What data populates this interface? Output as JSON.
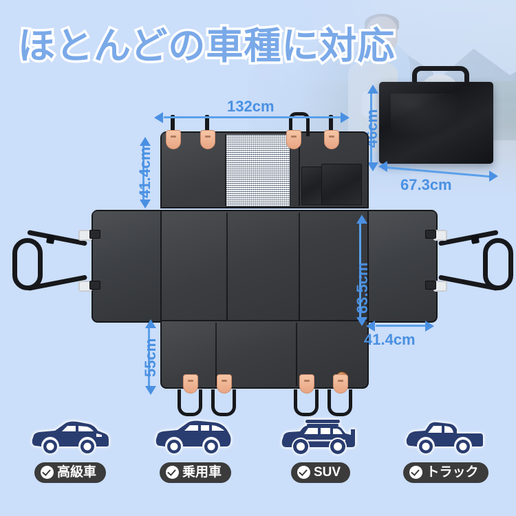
{
  "headline": "ほとんどの車種に対応",
  "hero": {
    "alt": "man-with-backpack-and-dog-outdoors"
  },
  "bag": {
    "name": "carry-bag",
    "height_label": "46cm",
    "width_label": "67.3cm"
  },
  "cover": {
    "name": "dog-car-seat-cover",
    "dimensions": {
      "top_width": "132cm",
      "backrest_height": "41.4cm",
      "seat_depth": "63.5cm",
      "side_flap_width": "41.4cm",
      "front_drop_height": "55cm"
    },
    "features": {
      "mesh_window": "mesh-window",
      "pocket_small": "storage-pocket-small",
      "pocket_large": "storage-pocket-large",
      "logo_button": "brand-logo-button"
    }
  },
  "colors": {
    "background": "#cbdefa",
    "accent_blue": "#4a90e2",
    "headline_blue": "#7aa9e8",
    "fabric_dark": "#3b3d41",
    "tab_peach": "#f0b38f",
    "badge_gray": "#3b3b3b",
    "car_navy": "#2a3d70"
  },
  "vehicles": [
    {
      "icon": "sedan-car-icon",
      "label": "高級車"
    },
    {
      "icon": "wagon-car-icon",
      "label": "乗用車"
    },
    {
      "icon": "suv-car-icon",
      "label": "SUV"
    },
    {
      "icon": "pickup-truck-icon",
      "label": "トラック"
    }
  ]
}
